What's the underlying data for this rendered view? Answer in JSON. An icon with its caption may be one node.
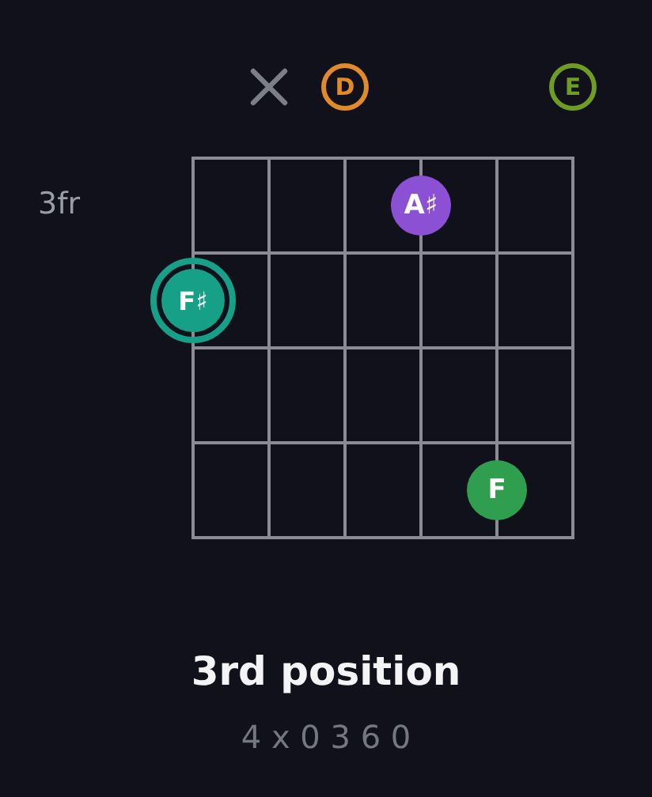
{
  "diagram": {
    "title": "3rd position",
    "caption": "4 x 0 3 6 0",
    "nodes": [
      {
        "text": [],
        "shape": "cross"
      },
      {
        "text": [
          "D"
        ]
      },
      {
        "text": [
          "E"
        ]
      },
      {
        "text": [
          "A♯"
        ]
      },
      {
        "text": [
          "F♯"
        ]
      },
      {
        "text": [
          "F"
        ]
      }
    ],
    "labels": [
      "3fr"
    ]
  }
}
